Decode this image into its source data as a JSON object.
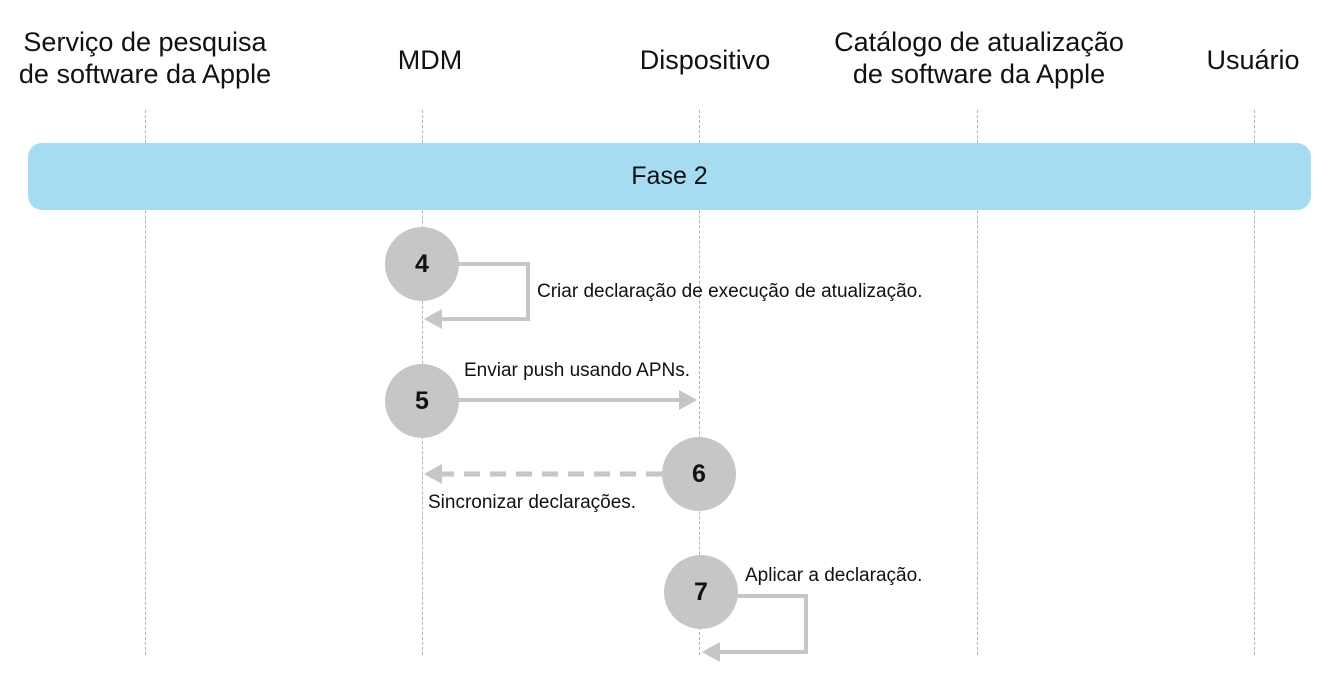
{
  "participants": [
    {
      "line1": "Serviço de pesquisa",
      "line2": "de software da Apple"
    },
    {
      "line1": "MDM",
      "line2": ""
    },
    {
      "line1": "Dispositivo",
      "line2": ""
    },
    {
      "line1": "Catálogo de atualização",
      "line2": "de software da Apple"
    },
    {
      "line1": "Usuário",
      "line2": ""
    }
  ],
  "phase": {
    "label": "Fase 2",
    "color": "#a6dcf1"
  },
  "steps": [
    {
      "number": "4",
      "message": "Criar declaração de execução de atualização."
    },
    {
      "number": "5",
      "message": "Enviar push usando APNs."
    },
    {
      "number": "6",
      "message": "Sincronizar declarações."
    },
    {
      "number": "7",
      "message": "Aplicar a declaração."
    }
  ],
  "colors": {
    "arrow": "#c6c6c6",
    "circle": "#c6c6c6",
    "lifeline": "#b3b3b3"
  }
}
